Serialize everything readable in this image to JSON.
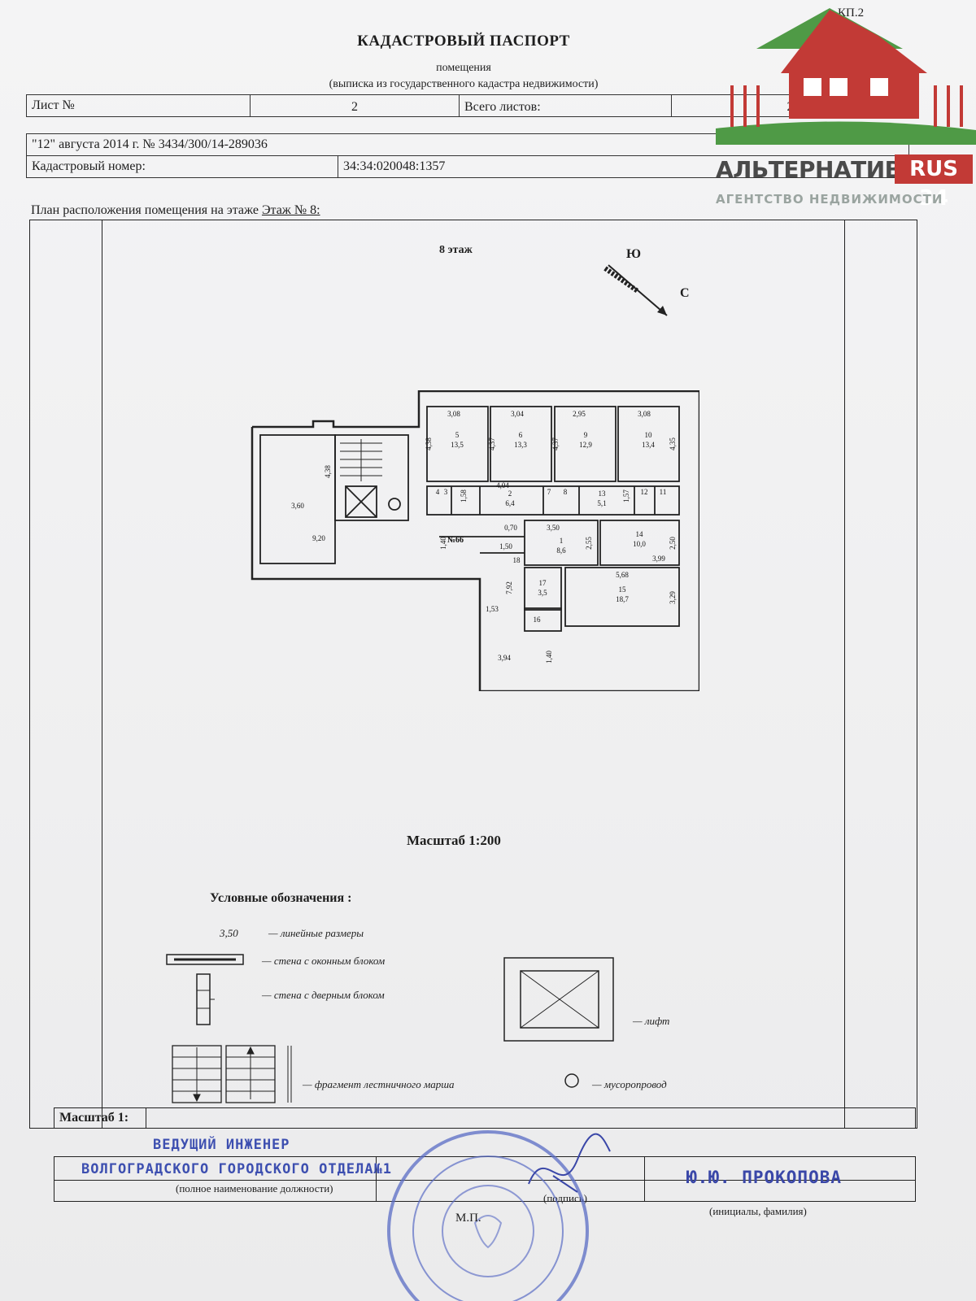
{
  "corner_mark": "КП.2",
  "header": {
    "title": "КАДАСТРОВЫЙ ПАСПОРТ",
    "subtitle": "помещения",
    "subtitle2": "(выписка из государственного кадастра недвижимости)",
    "sheet_label": "Лист №",
    "sheet_value": "2",
    "total_label": "Всего листов:",
    "total_value": "2",
    "date_line": "\"12\" августа 2014 г. № 3434/300/14-289036",
    "cadastral_label": "Кадастровый номер:",
    "cadastral_value": "34:34:020048:1357"
  },
  "plan": {
    "label_prefix": "План расположения помещения на этаже",
    "label_floor": "Этаж № 8:",
    "floor_title": "8 этаж",
    "compass_south": "Ю",
    "compass_north": "С",
    "apartment_no": "№66",
    "rooms": [
      {
        "no": "5",
        "area": "13,5"
      },
      {
        "no": "6",
        "area": "13,3"
      },
      {
        "no": "9",
        "area": "12,9"
      },
      {
        "no": "10",
        "area": "13,4"
      },
      {
        "no": "2",
        "area": "6,4"
      },
      {
        "no": "13",
        "area": "5,1"
      },
      {
        "no": "1",
        "area": "8,6"
      },
      {
        "no": "14",
        "area": "10,0"
      },
      {
        "no": "17",
        "area": "3,5"
      },
      {
        "no": "15",
        "area": "18,7"
      }
    ],
    "small_rooms": [
      "3",
      "4",
      "7",
      "8",
      "11",
      "12",
      "16",
      "18"
    ],
    "dims": {
      "d308a": "3,08",
      "d304": "3,04",
      "d295": "2,95",
      "d308b": "3,08",
      "d438a": "4,38",
      "d437a": "4,37",
      "d437b": "4,37",
      "d435": "4,35",
      "d438b": "4,38",
      "d360": "3,60",
      "d920": "9,20",
      "d158": "1,58",
      "d404": "4,04",
      "d157": "1,57",
      "d070": "0,70",
      "d150": "1,50",
      "d140a": "1,40",
      "d350": "3,50",
      "d255": "2,55",
      "d250": "2,50",
      "d399": "3,99",
      "d568": "5,68",
      "d329": "3,29",
      "d792": "7,92",
      "d153": "1,53",
      "d394": "3,94",
      "d140b": "1,40"
    }
  },
  "scale_label": "Масштаб  1:200",
  "legend": {
    "title": "Условные обозначения :",
    "dim_example": "3,50",
    "dims": "линейные размеры",
    "window": "стена с оконным блоком",
    "door": "стена с дверным блоком",
    "lift": "лифт",
    "stairs": "фрагмент лестничного марша",
    "chute": "мусоропровод"
  },
  "footer": {
    "scale_label": "Масштаб 1:",
    "stamp_line1": "ВЕДУЩИЙ ИНЖЕНЕР",
    "stamp_line2": "ВОЛГОГРАДСКОГО ГОРОДСКОГО ОТДЕЛА№1",
    "position_caption": "(полное наименование должности)",
    "signature_caption": "(подпись)",
    "name_stamp": "Ю.Ю. ПРОКОПОВА",
    "name_caption": "(инициалы, фамилия)",
    "seal_mark": "М.П."
  },
  "logo": {
    "name": "АЛЬТЕРНАТИВА",
    "badge": "RUS 34",
    "tagline": "АГЕНТСТВО НЕДВИЖИМОСТИ",
    "colors": {
      "roof": "#c23a36",
      "grass": "#4f9a46",
      "text": "#4a4a4a"
    }
  },
  "colors": {
    "paper": "#f1f1f2",
    "ink": "#1e1e1e",
    "stamp": "#3d4fb0"
  }
}
